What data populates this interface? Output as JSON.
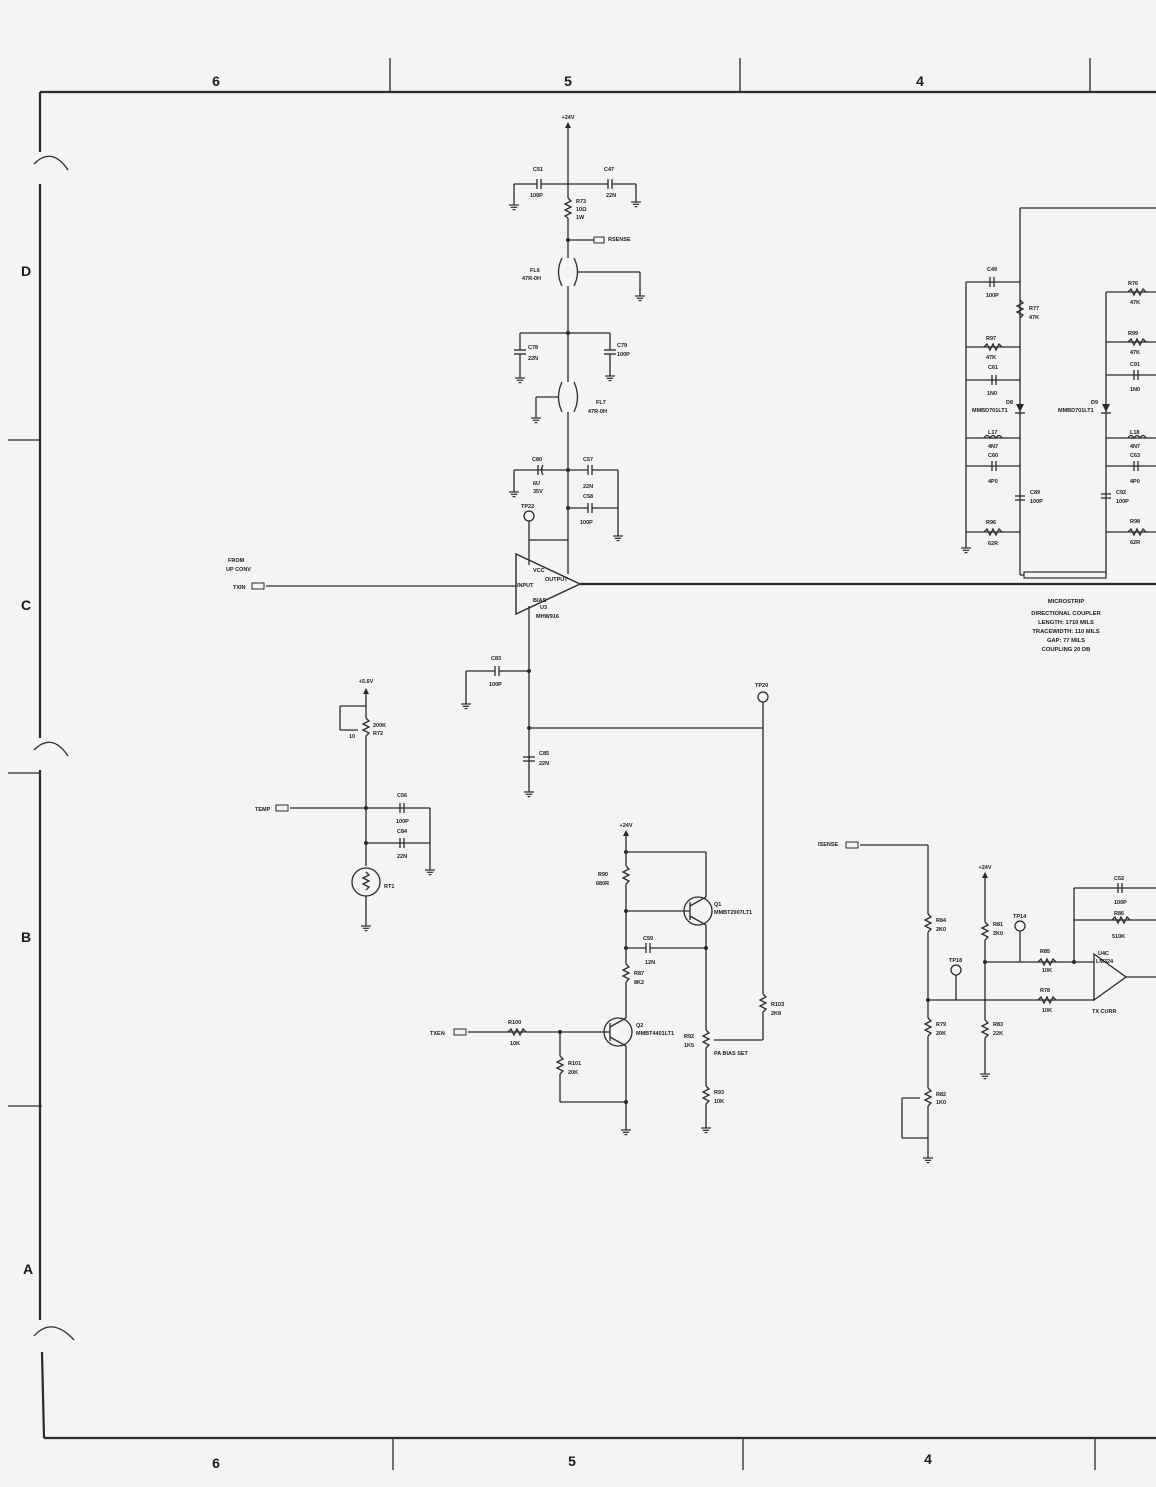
{
  "border": {
    "columns": [
      "6",
      "5",
      "4"
    ],
    "rows": [
      "D",
      "C",
      "B",
      "A"
    ]
  },
  "supplies": {
    "main": "+24V",
    "thermistor": "+5.6V",
    "bias": "+24V",
    "sense": "+24V"
  },
  "ports": {
    "tx_in": "TXIN",
    "from_up_conv_1": "FROM",
    "from_up_conv_2": "UP CONV",
    "temp": "TEMP",
    "txen": "TXEN",
    "rsense": "RSENSE",
    "isense": "ISENSE"
  },
  "test_points": {
    "tp_top": "TP22",
    "tp_bias": "TP20",
    "tp_a": "TP14",
    "tp_b": "TP18"
  },
  "components": {
    "c51": [
      "C51",
      "100P"
    ],
    "c47": [
      "C47",
      "22N"
    ],
    "r73": [
      "R73",
      "10Ω",
      "1W"
    ],
    "fl6": [
      "FL6",
      "47R-0H"
    ],
    "c78": [
      "C78",
      "22N"
    ],
    "c79": [
      "C79",
      "100P"
    ],
    "fl7": [
      "FL7",
      "47R-0H"
    ],
    "c80": [
      "C80",
      "6U",
      "35V"
    ],
    "c57": [
      "C57",
      "22N"
    ],
    "c58": [
      "C58",
      "100P"
    ],
    "u3": [
      "U3",
      "MHW916"
    ],
    "c83": [
      "C83",
      "100P"
    ],
    "c85": [
      "C85",
      "22N"
    ],
    "r72": [
      "R72",
      "200K",
      "10"
    ],
    "c56": [
      "C56",
      "100P"
    ],
    "c84": [
      "C84",
      "22N"
    ],
    "rt": [
      "RT1"
    ],
    "r90": [
      "R90",
      "680R"
    ],
    "q1": [
      "Q1",
      "MMBT2907LT1"
    ],
    "c59": [
      "C59",
      "12N"
    ],
    "r87": [
      "R87",
      "8K2"
    ],
    "q2": [
      "Q2",
      "MMBT4401LT1"
    ],
    "r100": [
      "R100",
      "10K"
    ],
    "r101": [
      "R101",
      "20K"
    ],
    "r92": [
      "R92",
      "1K5"
    ],
    "r93": [
      "R93",
      "10K"
    ],
    "r103": [
      "R103",
      "2K8"
    ],
    "c49": [
      "C49",
      "100P"
    ],
    "r77": [
      "R77",
      "47K"
    ],
    "r97": [
      "R97",
      "47K"
    ],
    "c61": [
      "C61",
      "1N0"
    ],
    "d8": [
      "D8",
      "MMBD701LT1"
    ],
    "l17": [
      "L17",
      "4N7"
    ],
    "c60": [
      "C60",
      "4P0"
    ],
    "c89": [
      "C89",
      "100P"
    ],
    "r96": [
      "R96",
      "62R"
    ],
    "r76": [
      "R76",
      "47K"
    ],
    "r99": [
      "R99",
      "47K"
    ],
    "c91": [
      "C91",
      "1N0"
    ],
    "d9": [
      "D9",
      "MMBD701LT1"
    ],
    "l18": [
      "L18",
      "4N7"
    ],
    "c63": [
      "C63",
      "4P0"
    ],
    "c92": [
      "C92",
      "100P"
    ],
    "r98": [
      "R98",
      "62R"
    ],
    "r84": [
      "R84",
      "2K0"
    ],
    "r81": [
      "R81",
      "2K0"
    ],
    "r85": [
      "R85",
      "10K"
    ],
    "r78": [
      "R78",
      "10K"
    ],
    "r79": [
      "R79",
      "20K"
    ],
    "r83": [
      "R83",
      "22K"
    ],
    "r82": [
      "R82",
      "1K0"
    ],
    "c52": [
      "C52",
      "100P"
    ],
    "r86": [
      "R86",
      "510K"
    ],
    "u4c": [
      "U4C",
      "LM324"
    ]
  },
  "labels": {
    "pa_bias_set": "PA BIAS SET",
    "tx_curr": "TX CURR",
    "u3_input": "INPUT",
    "u3_output": "OUTPUT",
    "u3_vcc": "VCC",
    "u3_bias": "BIAS"
  },
  "coupler_note": [
    "MICROSTRIP",
    "DIRECTIONAL COUPLER",
    "LENGTH: 1710 MILS",
    "TRACEWIDTH: 110 MILS",
    "GAP: 77 MILS",
    "COUPLING 20 DB"
  ]
}
